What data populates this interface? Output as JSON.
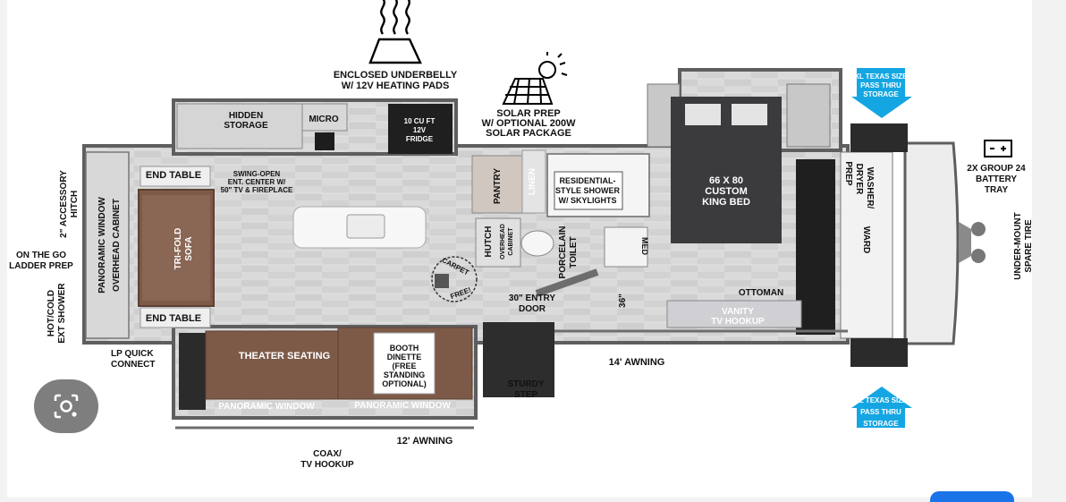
{
  "labels": {
    "underbelly_1": "ENCLOSED UNDERBELLY",
    "underbelly_2": "W/ 12V HEATING PADS",
    "solar_1": "SOLAR PREP",
    "solar_2": "W/ OPTIONAL 200W",
    "solar_3": "SOLAR PACKAGE",
    "hidden_storage_1": "HIDDEN",
    "hidden_storage_2": "STORAGE",
    "micro": "MICRO",
    "fridge_1": "10 CU FT",
    "fridge_2": "12V",
    "fridge_3": "FRIDGE",
    "end_table_top": "END TABLE",
    "end_table_bottom": "END TABLE",
    "swing_1": "SWING-OPEN",
    "swing_2": "ENT. CENTER W/",
    "swing_3": "50\" TV & FIREPLACE",
    "panoramic_window_left": "PANORAMIC WINDOW",
    "overhead_cabinet": "OVERHEAD CABINET",
    "sofa_1": "TRI-FOLD",
    "sofa_2": "SOFA",
    "accessory_hitch_1": "2\" ACCESSORY",
    "accessory_hitch_2": "HITCH",
    "ladder_1": "ON THE GO",
    "ladder_2": "LADDER PREP",
    "shower_ext_1": "HOT/COLD",
    "shower_ext_2": "EXT SHOWER",
    "lp_1": "LP QUICK",
    "lp_2": "CONNECT",
    "theater": "THEATER SEATING",
    "booth_1": "BOOTH",
    "booth_2": "DINETTE",
    "booth_3": "(FREE",
    "booth_4": "STANDING",
    "booth_5": "OPTIONAL)",
    "panoramic_window_1": "PANORAMIC WINDOW",
    "panoramic_window_2": "PANORAMIC WINDOW",
    "coax_1": "COAX/",
    "coax_2": "TV HOOKUP",
    "awning_12": "12' AWNING",
    "pantry": "PANTRY",
    "hutch": "HUTCH",
    "overhead_cab_1": "OVERHEAD",
    "overhead_cab_2": "CABINET",
    "linen": "LINEN",
    "shower_1": "RESIDENTIAL-",
    "shower_2": "STYLE SHOWER",
    "shower_3": "W/ SKYLIGHTS",
    "porcelain_1": "PORCELAIN",
    "porcelain_2": "TOILET",
    "med": "MED",
    "carpet_1": "CARPET",
    "carpet_2": "FREE!",
    "entry_1": "30\" ENTRY",
    "entry_2": "DOOR",
    "dim_36": "36\"",
    "sturdy_1": "STURDY",
    "sturdy_2": "STEP",
    "awning_14": "14' AWNING",
    "bed_1": "66 X 80",
    "bed_2": "CUSTOM",
    "bed_3": "KING BED",
    "ottoman": "OTTOMAN",
    "vanity_1": "VANITY",
    "vanity_2": "TV HOOKUP",
    "washer_1": "WASHER/",
    "washer_2": "DRYER",
    "washer_3": "PREP",
    "ward": "WARD",
    "battery_1": "2X GROUP 24",
    "battery_2": "BATTERY",
    "battery_3": "TRAY",
    "spare_1": "UNDER-MOUNT",
    "spare_2": "SPARE TIRE",
    "pass_top_1": "XL TEXAS SIZE",
    "pass_top_2": "PASS THRU",
    "pass_top_3": "STORAGE",
    "pass_bot_1": "XL TEXAS SIZE",
    "pass_bot_2": "PASS THRU",
    "pass_bot_3": "STORAGE"
  },
  "icons": {
    "lens": "image-search-icon",
    "heat": "heating-pad-icon",
    "solar": "solar-panel-icon"
  },
  "colors": {
    "floor": "#dcdcdc",
    "wall": "#6e6e70",
    "brown": "#7d5a48",
    "dark": "#2c2c2e",
    "blue": "#14a6e3"
  }
}
